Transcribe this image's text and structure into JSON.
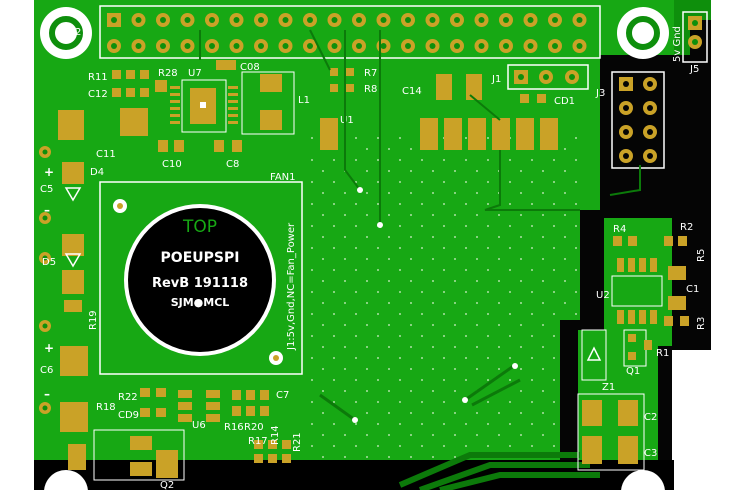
{
  "board": {
    "center_text": {
      "top": "TOP",
      "name": "POEUPSPI",
      "rev": "RevB  191118",
      "author": "SJM●MCL"
    },
    "fan_note": "J1:5v,Gnd,NC=Fan_Power",
    "fan_label": "FAN1",
    "j5_label": "5v Gnd",
    "labels": {
      "j2": "J2",
      "r11": "R11",
      "c12": "C12",
      "r28": "R28",
      "u7": "U7",
      "c08": "C08",
      "l1": "L1",
      "r7": "R7",
      "r8": "R8",
      "j1": "J1",
      "c14": "C14",
      "cd1": "CD1",
      "j3": "J3",
      "j5": "J5",
      "u1": "U1",
      "c11": "C11",
      "c10": "C10",
      "c8": "C8",
      "d4": "D4",
      "c5": "C5",
      "d5": "D5",
      "r19": "R19",
      "c6": "C6",
      "r22": "R22",
      "r18": "R18",
      "cd9": "CD9",
      "u6": "U6",
      "r16": "R16",
      "r20": "R20",
      "c7": "C7",
      "r17": "R17",
      "r14": "R14",
      "r21": "R21",
      "q2": "Q2",
      "r4": "R4",
      "r2": "R2",
      "r5": "R5",
      "u2": "U2",
      "c1": "C1",
      "r3": "R3",
      "r1": "R1",
      "q1": "Q1",
      "z1": "Z1",
      "c2": "C2",
      "c3": "C3",
      "plus1": "+",
      "minus1": "–",
      "plus2": "+",
      "minus2": "–"
    }
  },
  "colors": {
    "board": "#16a413",
    "board_dark": "#0f8a0e",
    "copper": "#caa227",
    "silk": "#ffffff",
    "mask_black": "#000000"
  }
}
